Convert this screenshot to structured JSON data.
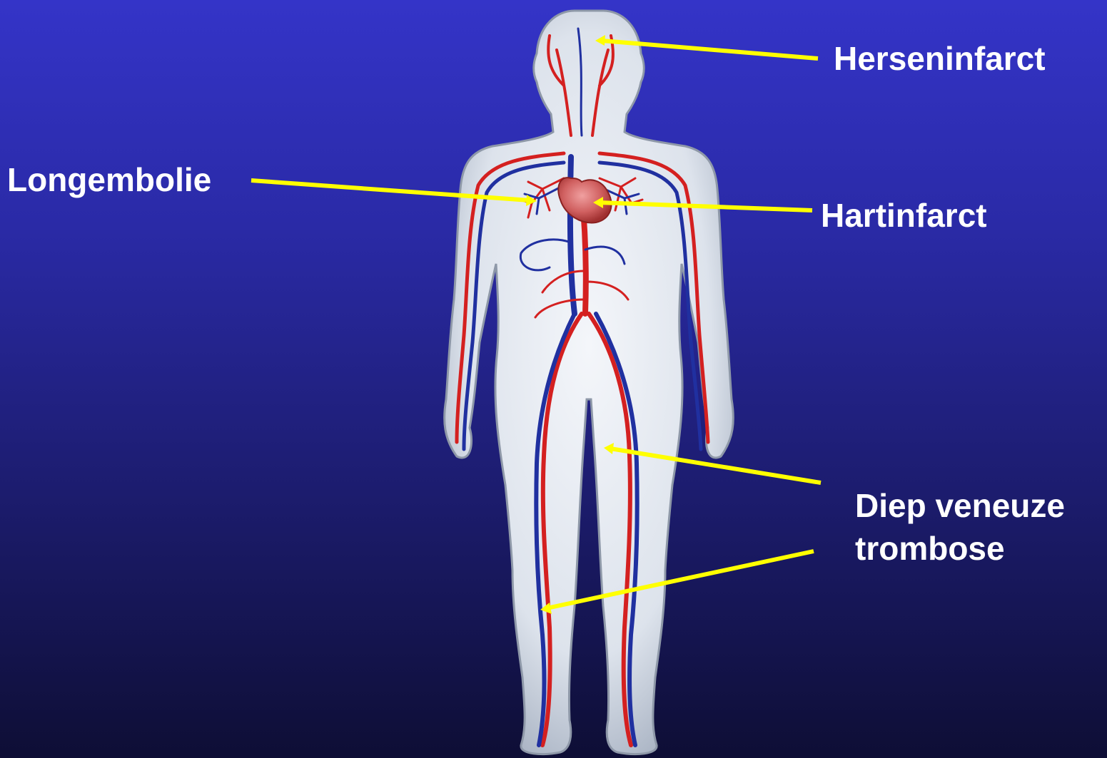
{
  "labels": {
    "herseninfarct": "Herseninfarct",
    "longembolie": "Longembolie",
    "hartinfarct": "Hartinfarct",
    "dvt_line1": "Diep veneuze",
    "dvt_line2": "trombose"
  },
  "colors": {
    "background_top": "#3434c8",
    "background_bottom": "#0e0e35",
    "pointer": "#ffff00",
    "label_text": "#ffffff",
    "body_fill": "#e8ecf2",
    "artery": "#d42020",
    "vein": "#2030a0"
  }
}
